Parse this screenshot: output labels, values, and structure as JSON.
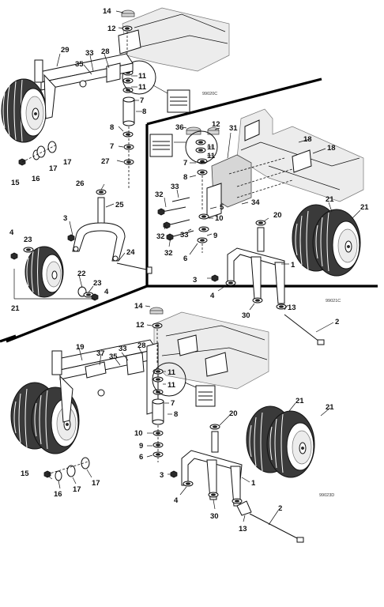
{
  "figure_codes": {
    "top_left": "99020C",
    "middle_right": "99021C",
    "bottom": "99023D"
  },
  "callouts": {
    "top_left": [
      {
        "id": "c-14",
        "label": "14"
      },
      {
        "id": "c-12",
        "label": "12"
      },
      {
        "id": "c-29",
        "label": "29"
      },
      {
        "id": "c-33",
        "label": "33"
      },
      {
        "id": "c-28",
        "label": "28"
      },
      {
        "id": "c-35",
        "label": "35"
      },
      {
        "id": "c-11a",
        "label": "11"
      },
      {
        "id": "c-11b",
        "label": "11"
      },
      {
        "id": "c-7a",
        "label": "7"
      },
      {
        "id": "c-8a",
        "label": "8"
      },
      {
        "id": "c-8b",
        "label": "8"
      },
      {
        "id": "c-7b",
        "label": "7"
      },
      {
        "id": "c-27",
        "label": "27"
      },
      {
        "id": "c-15",
        "label": "15"
      },
      {
        "id": "c-16",
        "label": "16"
      },
      {
        "id": "c-17a",
        "label": "17"
      },
      {
        "id": "c-17b",
        "label": "17"
      },
      {
        "id": "c-26",
        "label": "26"
      },
      {
        "id": "c-25",
        "label": "25"
      },
      {
        "id": "c-3",
        "label": "3"
      },
      {
        "id": "c-4a",
        "label": "4"
      },
      {
        "id": "c-23a",
        "label": "23"
      },
      {
        "id": "c-24",
        "label": "24"
      },
      {
        "id": "c-22",
        "label": "22"
      },
      {
        "id": "c-23b",
        "label": "23"
      },
      {
        "id": "c-4b",
        "label": "4"
      },
      {
        "id": "c-21",
        "label": "21"
      }
    ],
    "middle_right": [
      {
        "id": "m-36",
        "label": "36"
      },
      {
        "id": "m-12",
        "label": "12"
      },
      {
        "id": "m-31",
        "label": "31"
      },
      {
        "id": "m-18a",
        "label": "18"
      },
      {
        "id": "m-18b",
        "label": "18"
      },
      {
        "id": "m-11a",
        "label": "11"
      },
      {
        "id": "m-11b",
        "label": "11"
      },
      {
        "id": "m-7",
        "label": "7"
      },
      {
        "id": "m-8",
        "label": "8"
      },
      {
        "id": "m-33a",
        "label": "33"
      },
      {
        "id": "m-32a",
        "label": "32"
      },
      {
        "id": "m-5",
        "label": "5"
      },
      {
        "id": "m-34",
        "label": "34"
      },
      {
        "id": "m-10",
        "label": "10"
      },
      {
        "id": "m-32b",
        "label": "32"
      },
      {
        "id": "m-33b",
        "label": "33"
      },
      {
        "id": "m-9",
        "label": "9"
      },
      {
        "id": "m-32c",
        "label": "32"
      },
      {
        "id": "m-20",
        "label": "20"
      },
      {
        "id": "m-21a",
        "label": "21"
      },
      {
        "id": "m-21b",
        "label": "21"
      },
      {
        "id": "m-6",
        "label": "6"
      },
      {
        "id": "m-1",
        "label": "1"
      },
      {
        "id": "m-3",
        "label": "3"
      },
      {
        "id": "m-4",
        "label": "4"
      },
      {
        "id": "m-30",
        "label": "30"
      },
      {
        "id": "m-13",
        "label": "13"
      },
      {
        "id": "m-2",
        "label": "2"
      }
    ],
    "bottom": [
      {
        "id": "b-14",
        "label": "14"
      },
      {
        "id": "b-12",
        "label": "12"
      },
      {
        "id": "b-19",
        "label": "19"
      },
      {
        "id": "b-37",
        "label": "37"
      },
      {
        "id": "b-33",
        "label": "33"
      },
      {
        "id": "b-28",
        "label": "28"
      },
      {
        "id": "b-35",
        "label": "35"
      },
      {
        "id": "b-11a",
        "label": "11"
      },
      {
        "id": "b-11b",
        "label": "11"
      },
      {
        "id": "b-7",
        "label": "7"
      },
      {
        "id": "b-8",
        "label": "8"
      },
      {
        "id": "b-20",
        "label": "20"
      },
      {
        "id": "b-10",
        "label": "10"
      },
      {
        "id": "b-9",
        "label": "9"
      },
      {
        "id": "b-6",
        "label": "6"
      },
      {
        "id": "b-21a",
        "label": "21"
      },
      {
        "id": "b-21b",
        "label": "21"
      },
      {
        "id": "b-15",
        "label": "15"
      },
      {
        "id": "b-16",
        "label": "16"
      },
      {
        "id": "b-17a",
        "label": "17"
      },
      {
        "id": "b-17b",
        "label": "17"
      },
      {
        "id": "b-3",
        "label": "3"
      },
      {
        "id": "b-4",
        "label": "4"
      },
      {
        "id": "b-1",
        "label": "1"
      },
      {
        "id": "b-30",
        "label": "30"
      },
      {
        "id": "b-2",
        "label": "2"
      },
      {
        "id": "b-13",
        "label": "13"
      }
    ]
  }
}
